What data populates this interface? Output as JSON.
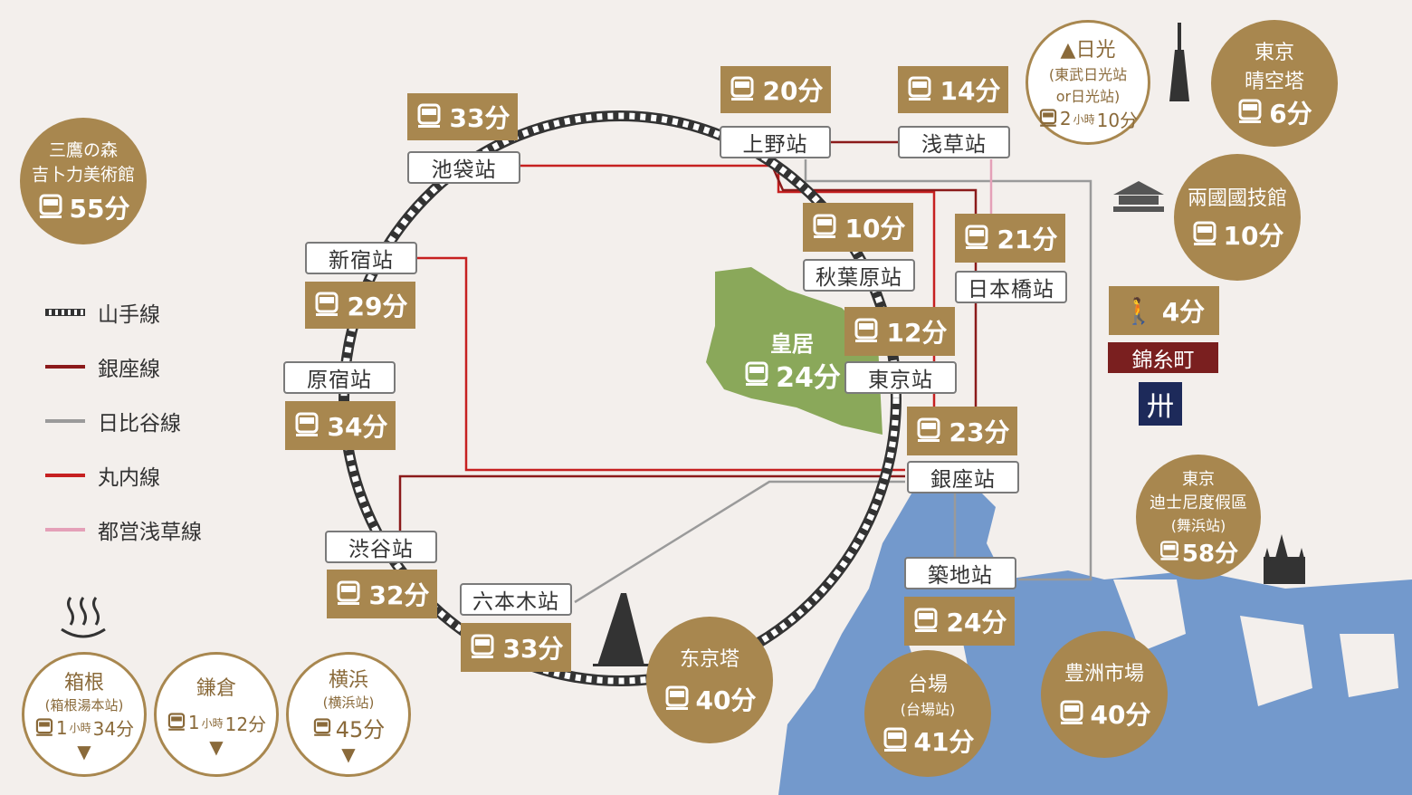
{
  "colors": {
    "gold": "#a8874f",
    "ginza": "#8b1a1a",
    "hibiya": "#9a9a9a",
    "marunouchi": "#c62020",
    "asakusa": "#e4a0b8",
    "water": "#7399cc",
    "palace": "#8aa85a",
    "kinshicho": "#7a1f1f",
    "navy": "#1d2a5a"
  },
  "legend": [
    {
      "label": "山手線",
      "icon": "dashed-track"
    },
    {
      "label": "銀座線",
      "icon": "line-ginza"
    },
    {
      "label": "日比谷線",
      "icon": "line-hibiya"
    },
    {
      "label": "丸内線",
      "icon": "line-marunouchi"
    },
    {
      "label": "都営浅草線",
      "icon": "line-asakusa"
    }
  ],
  "stations": {
    "ikebukuro": {
      "name": "池袋站",
      "time": "33分"
    },
    "ueno": {
      "name": "上野站",
      "time": "20分"
    },
    "asakusa": {
      "name": "浅草站",
      "time": "14分"
    },
    "shinjuku": {
      "name": "新宿站",
      "time": "29分"
    },
    "harajuku": {
      "name": "原宿站",
      "time": "34分"
    },
    "shibuya": {
      "name": "渋谷站",
      "time": "32分"
    },
    "roppongi": {
      "name": "六本木站",
      "time": "33分"
    },
    "akihabara": {
      "name": "秋葉原站",
      "time": "10分"
    },
    "nihonbashi": {
      "name": "日本橋站",
      "time": "21分"
    },
    "tokyo": {
      "name": "東京站",
      "time": "12分"
    },
    "ginza": {
      "name": "銀座站",
      "time": "23分"
    },
    "tsukiji": {
      "name": "築地站",
      "time": "24分"
    }
  },
  "palace": {
    "name": "皇居",
    "time": "24分"
  },
  "spots": {
    "ghibli": {
      "name1": "三鷹の森",
      "name2": "吉卜力美術館",
      "time": "55分"
    },
    "nikko": {
      "name": "▲日光",
      "sub1": "(東武日光站",
      "sub2": "or日光站)",
      "time_main": "2",
      "time_unit1": "小時",
      "time_min": "10分"
    },
    "skytree": {
      "name1": "東京",
      "name2": "晴空塔",
      "time": "6分"
    },
    "kokugikan": {
      "name": "兩國國技館",
      "time": "10分"
    },
    "kinshicho": {
      "walk": "4分",
      "name": "錦糸町"
    },
    "disney": {
      "name1": "東京",
      "name2": "迪士尼度假區",
      "sub": "(舞浜站)",
      "time": "58分"
    },
    "tokyotower": {
      "name": "东京塔",
      "time": "40分"
    },
    "daiba": {
      "name": "台場",
      "sub": "(台場站)",
      "time": "41分"
    },
    "toyosu": {
      "name": "豊洲市場",
      "time": "40分"
    },
    "hakone": {
      "name": "箱根",
      "sub": "(箱根湯本站)",
      "time_main": "1",
      "time_unit": "小時",
      "time_min": "34分"
    },
    "kamakura": {
      "name": "鎌倉",
      "time_main": "1",
      "time_unit": "小時",
      "time_min": "12分"
    },
    "yokohama": {
      "name": "横浜",
      "sub": "(横浜站)",
      "time": "45分"
    }
  }
}
